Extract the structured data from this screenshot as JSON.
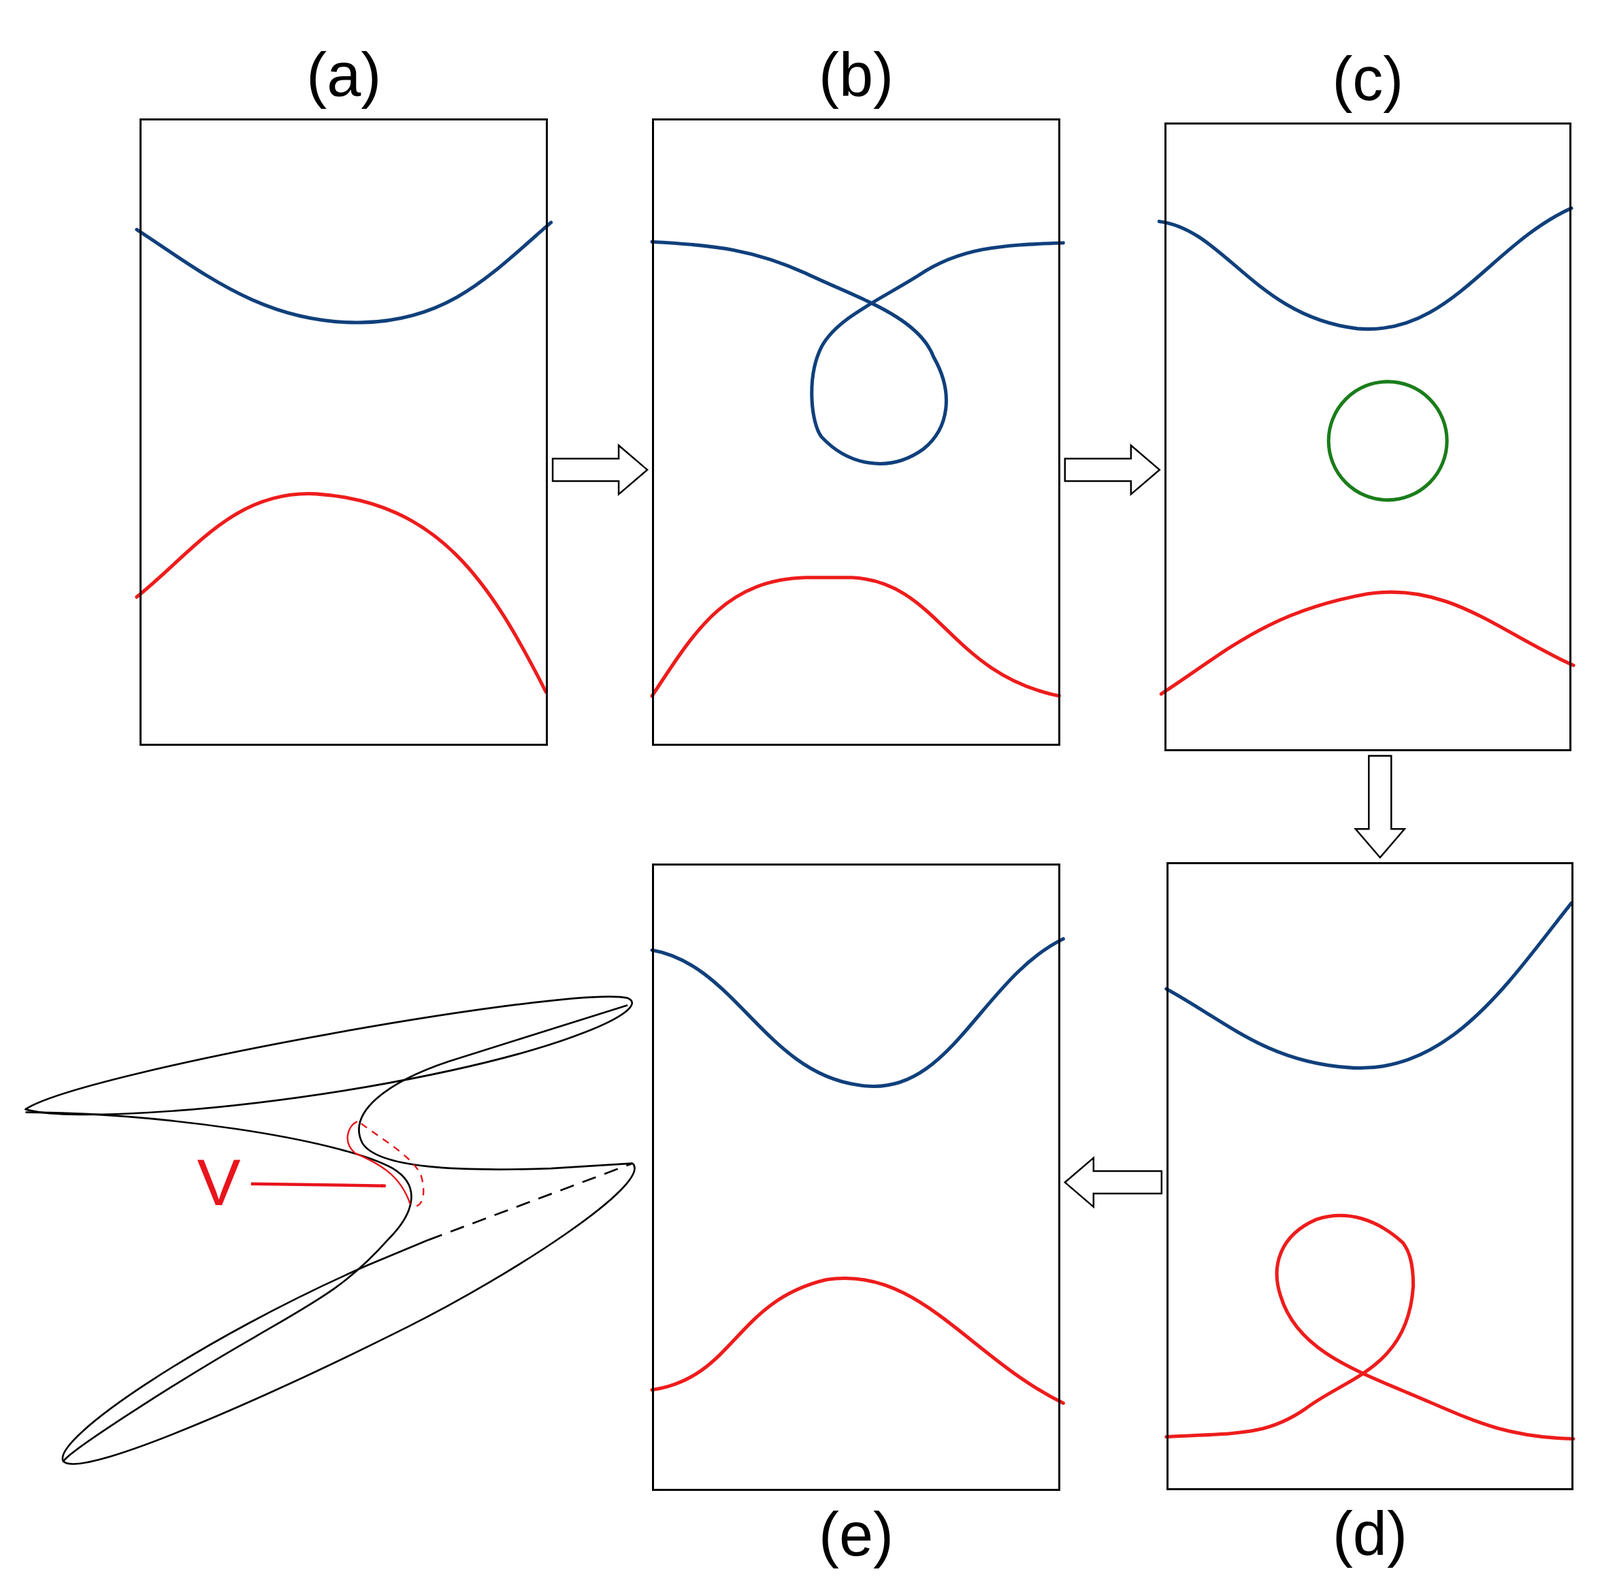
{
  "diagram": {
    "nodes": [
      {
        "text": [
          "(a)"
        ]
      },
      {
        "text": [
          "(b)"
        ]
      },
      {
        "text": [
          "(c)"
        ]
      },
      {
        "text": [
          "(d)"
        ]
      },
      {
        "text": [
          "(e)"
        ]
      }
    ],
    "edges": [
      {
        "from": 0,
        "to": 1,
        "arrow": "to"
      },
      {
        "from": 1,
        "to": 2,
        "arrow": "to"
      },
      {
        "from": 2,
        "to": 3,
        "arrow": "to"
      },
      {
        "from": 3,
        "to": 4,
        "arrow": "to"
      }
    ],
    "labels": [
      "V"
    ]
  }
}
